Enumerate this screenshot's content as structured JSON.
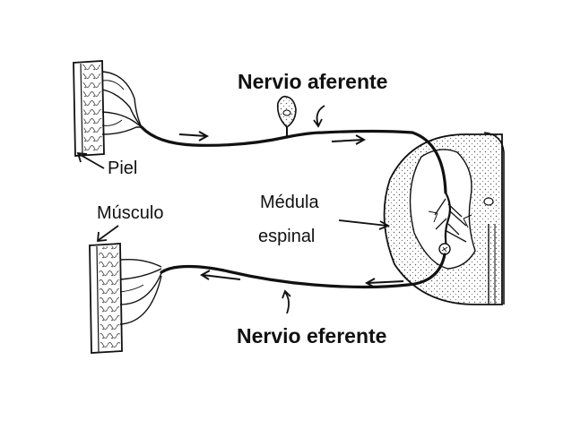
{
  "labels": {
    "afferent": "Nervio aferente",
    "efferent": "Nervio eferente",
    "skin": "Piel",
    "muscle": "Músculo",
    "cord_line1": "Médula",
    "cord_line2": "espinal"
  },
  "colors": {
    "ink": "#111111",
    "background": "#ffffff"
  }
}
